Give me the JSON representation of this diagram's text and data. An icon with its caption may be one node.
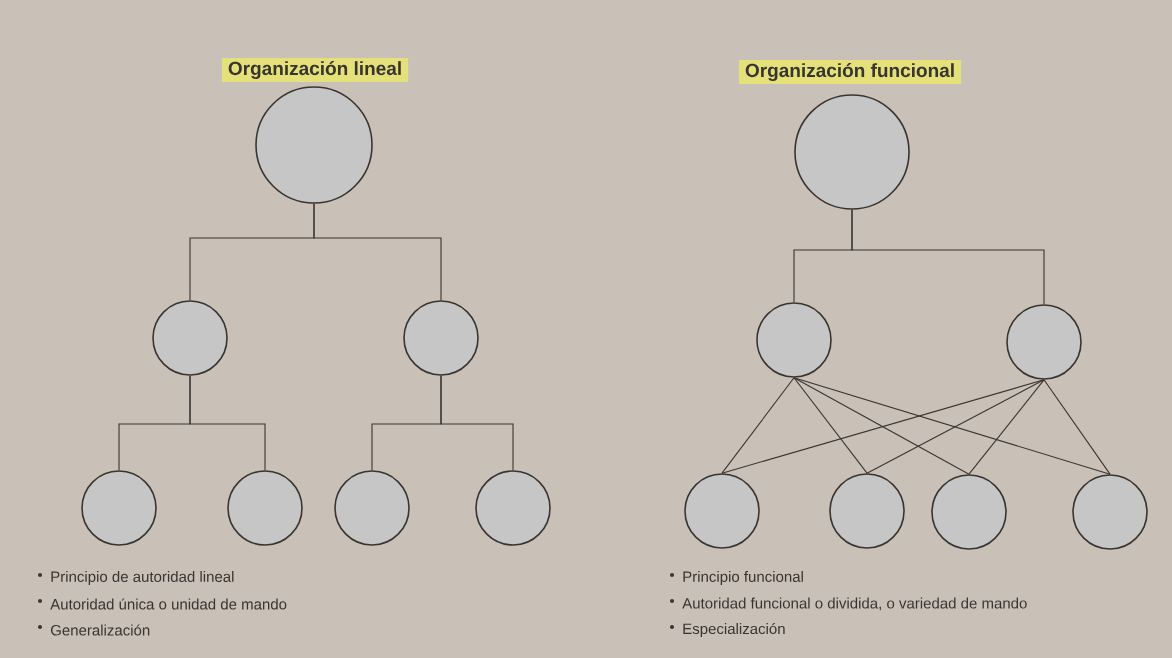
{
  "diagram": {
    "nodes": [
      {
        "text": [],
        "shape": "circle"
      },
      {
        "text": [],
        "shape": "circle"
      },
      {
        "text": [],
        "shape": "circle"
      },
      {
        "text": [],
        "shape": "circle"
      },
      {
        "text": [],
        "shape": "circle"
      },
      {
        "text": [],
        "shape": "circle"
      },
      {
        "text": [],
        "shape": "circle"
      },
      {
        "text": [],
        "shape": "circle"
      },
      {
        "text": [],
        "shape": "circle"
      },
      {
        "text": [],
        "shape": "circle"
      },
      {
        "text": [],
        "shape": "circle"
      },
      {
        "text": [],
        "shape": "circle"
      },
      {
        "text": [],
        "shape": "circle"
      },
      {
        "text": [],
        "shape": "circle"
      }
    ],
    "edges": [
      {
        "from": 0,
        "to": 1,
        "arrow": "none"
      },
      {
        "from": 0,
        "to": 2,
        "arrow": "none"
      },
      {
        "from": 1,
        "to": 3,
        "arrow": "none"
      },
      {
        "from": 1,
        "to": 4,
        "arrow": "none"
      },
      {
        "from": 2,
        "to": 5,
        "arrow": "none"
      },
      {
        "from": 2,
        "to": 6,
        "arrow": "none"
      },
      {
        "from": 7,
        "to": 8,
        "arrow": "none"
      },
      {
        "from": 7,
        "to": 9,
        "arrow": "none"
      },
      {
        "from": 8,
        "to": 10,
        "arrow": "none"
      },
      {
        "from": 8,
        "to": 11,
        "arrow": "none"
      },
      {
        "from": 8,
        "to": 12,
        "arrow": "none"
      },
      {
        "from": 8,
        "to": 13,
        "arrow": "none"
      },
      {
        "from": 9,
        "to": 10,
        "arrow": "none"
      },
      {
        "from": 9,
        "to": 11,
        "arrow": "none"
      },
      {
        "from": 9,
        "to": 12,
        "arrow": "none"
      },
      {
        "from": 9,
        "to": 13,
        "arrow": "none"
      }
    ],
    "labels": [
      "Organización lineal",
      "Organización funcional",
      "Principio de autoridad lineal",
      "Autoridad única o unidad de mando",
      "Generalización",
      "Principio funcional",
      "Autoridad funcional o dividida, o variedad de mando",
      "Especialización"
    ]
  }
}
